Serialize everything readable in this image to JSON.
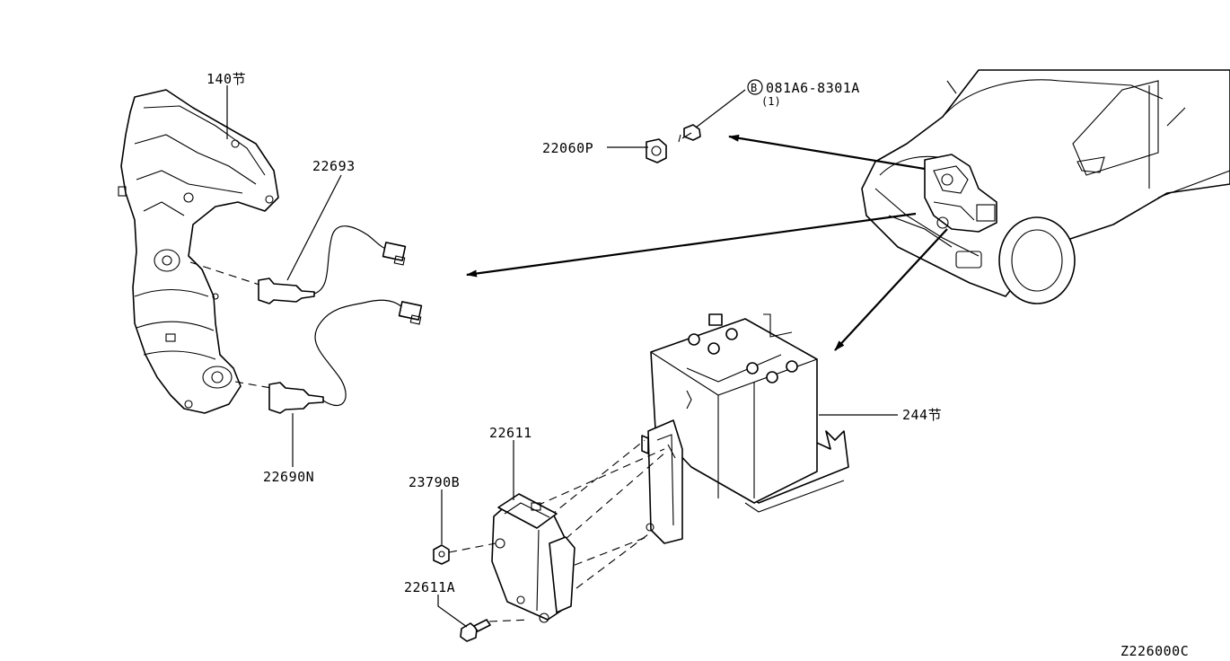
{
  "callouts": {
    "exhaust_manifold": "140节",
    "front_o2_sensor": "22693",
    "rear_o2_sensor": "22690N",
    "bolt_code": "081A6-8301A",
    "bolt_code_prefix": "B",
    "bolt_qty": "(1)",
    "sensor_22060p": "22060P",
    "battery": "244节",
    "ecm": "22611",
    "nut": "23790B",
    "bolt": "22611A"
  },
  "figure_code": "Z226000C"
}
